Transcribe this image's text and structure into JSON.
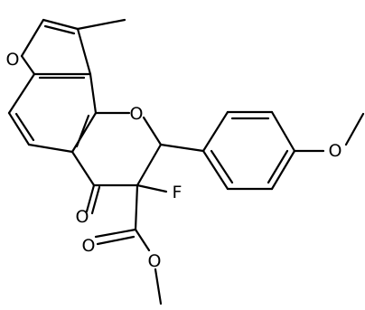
{
  "molecule": {
    "atom_labels": {
      "furan_oxygen": "O",
      "ring_oxygen": "O",
      "ketone_oxygen": "O",
      "fluorine": "F",
      "ester_carbonyl_oxygen": "O",
      "ester_ether_oxygen": "O",
      "methoxy_oxygen": "O"
    },
    "colors": {
      "bond": "#000000",
      "label": "#000000",
      "background": "#ffffff"
    }
  }
}
